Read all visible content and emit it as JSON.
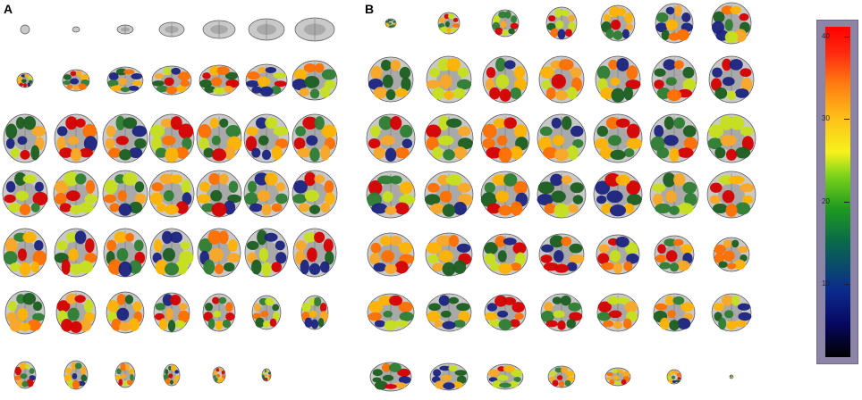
{
  "panels": [
    {
      "id": "A",
      "label": "A",
      "view": "axial",
      "rows": 7,
      "cols": 7
    },
    {
      "id": "B",
      "label": "B",
      "view": "coronal",
      "rows": 7,
      "cols": 7
    }
  ],
  "colorbar": {
    "ticks": [
      {
        "label": "40",
        "value": 40
      },
      {
        "label": "30",
        "value": 30
      },
      {
        "label": "20",
        "value": 20
      },
      {
        "label": "10",
        "value": 10
      }
    ],
    "min": 0,
    "max": 41,
    "colors": [
      "#000000",
      "#0b2a8c",
      "#1f9a1f",
      "#f5f21a",
      "#ff7a10",
      "#ff0000"
    ]
  },
  "overlay_colors": [
    "#1a237e",
    "#1b5e20",
    "#2e7d32",
    "#ffb300",
    "#ff6f00",
    "#d50000",
    "#c6e01c",
    "#f9a825"
  ]
}
